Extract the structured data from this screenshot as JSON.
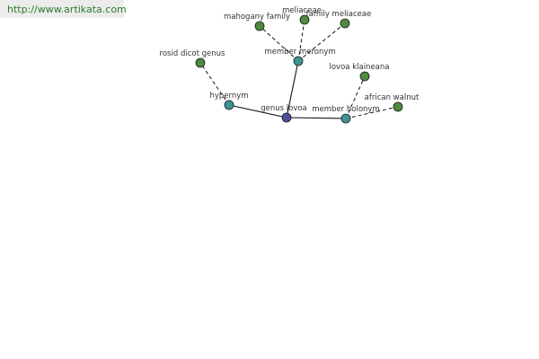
{
  "site_url": "http://www.artikata.com",
  "colors": {
    "center": "#4a4f9a",
    "relation": "#3c9494",
    "leaf": "#4f8a3e"
  },
  "nodes": {
    "genus_lovoa": {
      "label": "genus lovoa"
    },
    "hypernym": {
      "label": "hypernym"
    },
    "member_meronym": {
      "label": "member meronym"
    },
    "member_holonym": {
      "label": "member holonym"
    },
    "rosid_dicot_genus": {
      "label": "rosid dicot genus"
    },
    "mahogany_family": {
      "label": "mahogany family"
    },
    "meliaceae": {
      "label": "meliaceae"
    },
    "family_meliaceae": {
      "label": "family meliaceae"
    },
    "lovoa_klaineana": {
      "label": "lovoa klaineana"
    },
    "african_walnut": {
      "label": "african walnut"
    }
  }
}
